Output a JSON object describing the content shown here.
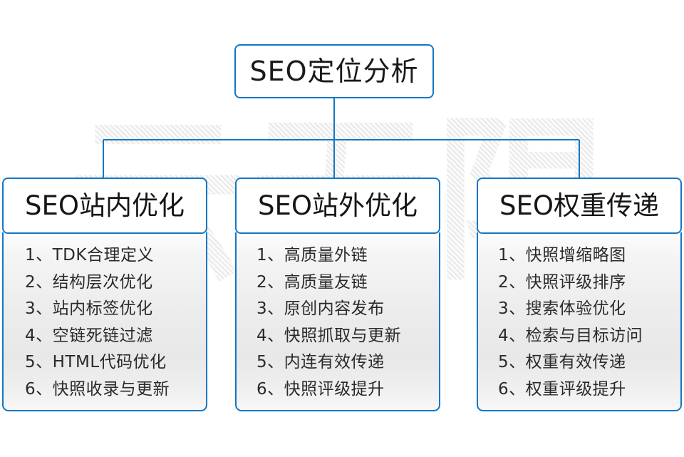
{
  "diagram": {
    "watermark_text": "云无限",
    "accent_color": "#1277c4",
    "text_color": "#1a1a1a",
    "root": {
      "label": "SEO定位分析"
    },
    "columns": [
      {
        "header": "SEO站内优化",
        "items": [
          "1、TDK合理定义",
          "2、结构层次优化",
          "3、站内标签优化",
          "4、空链死链过滤",
          "5、HTML代码优化",
          "6、快照收录与更新"
        ]
      },
      {
        "header": "SEO站外优化",
        "items": [
          "1、高质量外链",
          "2、高质量友链",
          "3、原创内容发布",
          "4、快照抓取与更新",
          "5、内连有效传递",
          "6、快照评级提升"
        ]
      },
      {
        "header": "SEO权重传递",
        "items": [
          "1、快照增缩略图",
          "2、快照评级排序",
          "3、搜索体验优化",
          "4、检索与目标访问",
          "5、权重有效传递",
          "6、权重评级提升"
        ]
      }
    ]
  }
}
